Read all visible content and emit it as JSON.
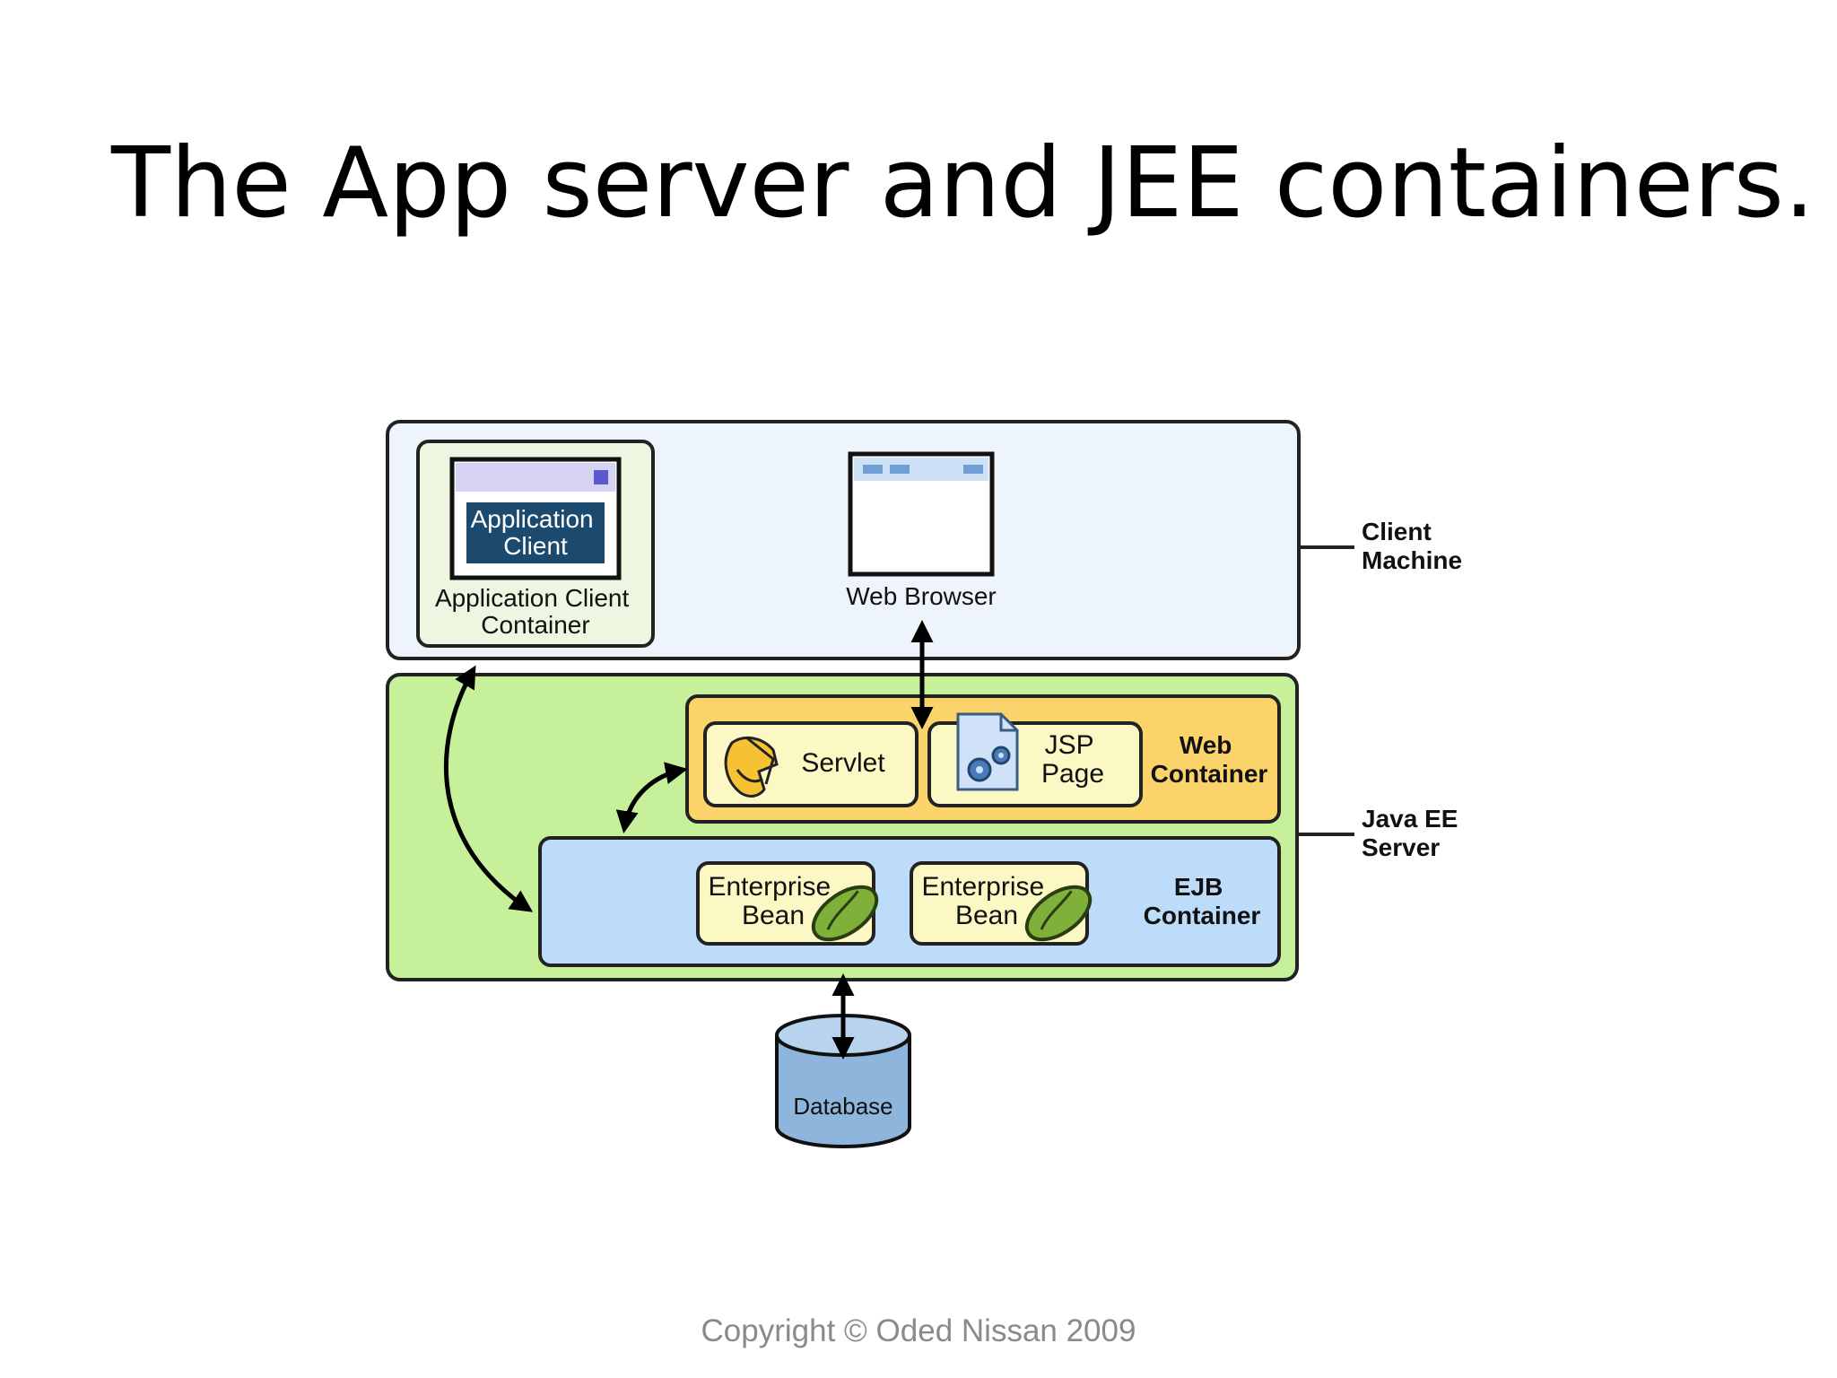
{
  "title": "The App server and JEE containers.",
  "diagram": {
    "client_machine_label": [
      "Client",
      "Machine"
    ],
    "java_ee_server_label": [
      "Java EE",
      "Server"
    ],
    "app_client_inner": [
      "Application",
      "Client"
    ],
    "app_client_container": [
      "Application Client",
      "Container"
    ],
    "web_browser": "Web Browser",
    "servlet": "Servlet",
    "jsp_page": [
      "JSP",
      "Page"
    ],
    "web_container": [
      "Web",
      "Container"
    ],
    "enterprise_bean_1": [
      "Enterprise",
      "Bean"
    ],
    "enterprise_bean_2": [
      "Enterprise",
      "Bean"
    ],
    "ejb_container": [
      "EJB",
      "Container"
    ],
    "database": "Database",
    "colors": {
      "client_machine_bg": "#eef4fb",
      "java_ee_server_bg": "#c6f09a",
      "web_container_bg": "#fbd36b",
      "ejb_container_bg": "#bcdcfa",
      "component_bg": "#fbf8c4",
      "app_client_box": "#1c4a6e",
      "database_fill": "#8eb6dd"
    }
  },
  "footer": "Copyright © Oded Nissan 2009"
}
